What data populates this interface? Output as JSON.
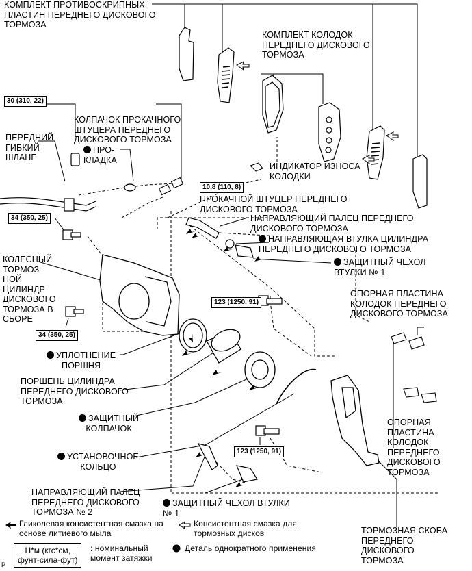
{
  "labels": {
    "anti_squeal_kit": "КОМПЛЕКТ ПРОТИВОСКРИПНЫХ\nПЛАСТИН ПЕРЕДНЕГО ДИСКОВОГО\nТОРМОЗА",
    "pad_kit": "КОМПЛЕКТ КОЛОДОК\nПЕРЕДНЕГО ДИСКОВОГО\nТОРМОЗА",
    "bleeder_cap": "КОЛПАЧОК ПРОКАЧНОГО\nШТУЦЕРА ПЕРЕДНЕГО\nДИСКОВОГО ТОРМОЗА",
    "flex_hose": "ПЕРЕДНИЙ\nГИБКИЙ\nШЛАНГ",
    "gasket": "ПРО-\nКЛАДКА",
    "wear_indicator": "ИНДИКАТОР ИЗНОСА\nКОЛОДКИ",
    "bleeder_plug": "ПРОКАЧНОЙ ШТУЦЕР ПЕРЕДНЕГО\nДИСКОВОГО ТОРМОЗА",
    "slide_pin": "НАПРАВЛЯЮЩИЙ ПАЛЕЦ ПЕРЕДНЕГО\nДИСКОВОГО ТОРМОЗА",
    "slide_bushing": "НАПРАВЛЯЮЩАЯ ВТУЛКА ЦИЛИНДРА\nПЕРЕДНЕГО ДИСКОВОГО ТОРМОЗА",
    "bushing_boot_1": "ЗАЩИТНЫЙ ЧЕХОЛ\nВТУЛКИ № 1",
    "cylinder_assy": "КОЛЕСНЫЙ\nТОРМОЗ-\nНОЙ\nЦИЛИНДР\nДИСКОВОГО\nТОРМОЗА В\nСБОРЕ",
    "support_plate_top": "ОПОРНАЯ ПЛАСТИНА\nКОЛОДОК ПЕРЕДНЕГО\nДИСКОВОГО ТОРМОЗА",
    "piston_seal": "УПЛОТНЕНИЕ\nПОРШНЯ",
    "piston": "ПОРШЕНЬ ЦИЛИНДРА\nПЕРЕДНЕГО ДИСКОВОГО\nТОРМОЗА",
    "boot": "ЗАЩИТНЫЙ\nКОЛПАЧОК",
    "set_ring": "УСТАНОВОЧНОЕ\nКОЛЬЦО",
    "support_plate_bottom": "ОПОРНАЯ\nПЛАСТИНА\nКОЛОДОК\nПЕРЕДНЕГО\nДИСКОВОГО\nТОРМОЗА",
    "slide_pin_2": "НАПРАВЛЯЮЩИЙ ПАЛЕЦ\nПЕРЕДНЕГО ДИСКОВОГО\nТОРМОЗА № 2",
    "bushing_boot_1b": "ЗАЩИТНЫЙ ЧЕХОЛ ВТУЛКИ\n№ 1",
    "mounting": "ТОРМОЗНАЯ СКОБА\nПЕРЕДНЕГО\nДИСКОВОГО\nТОРМОЗА"
  },
  "torques": {
    "t30": "30 (310, 22)",
    "t34a": "34 (350, 25)",
    "t34b": "34 (350, 25)",
    "t108": "10,8 (110, 8)",
    "t123a": "123 (1250, 91)",
    "t123b": "123 (1250, 91)"
  },
  "legend": {
    "lithium_grease": "Гликолевая консистентная смазка на\nоснове литиевого мыла",
    "disc_grease": "Консистентная смазка для\nтормозных дисков",
    "torque_box": "Н*м (кгс*см,\nфунт-сила-фут)",
    "torque_desc": ": номинальный\nмомент затяжки",
    "non_reusable": "Деталь однократного применения"
  },
  "corner_mark": "P"
}
